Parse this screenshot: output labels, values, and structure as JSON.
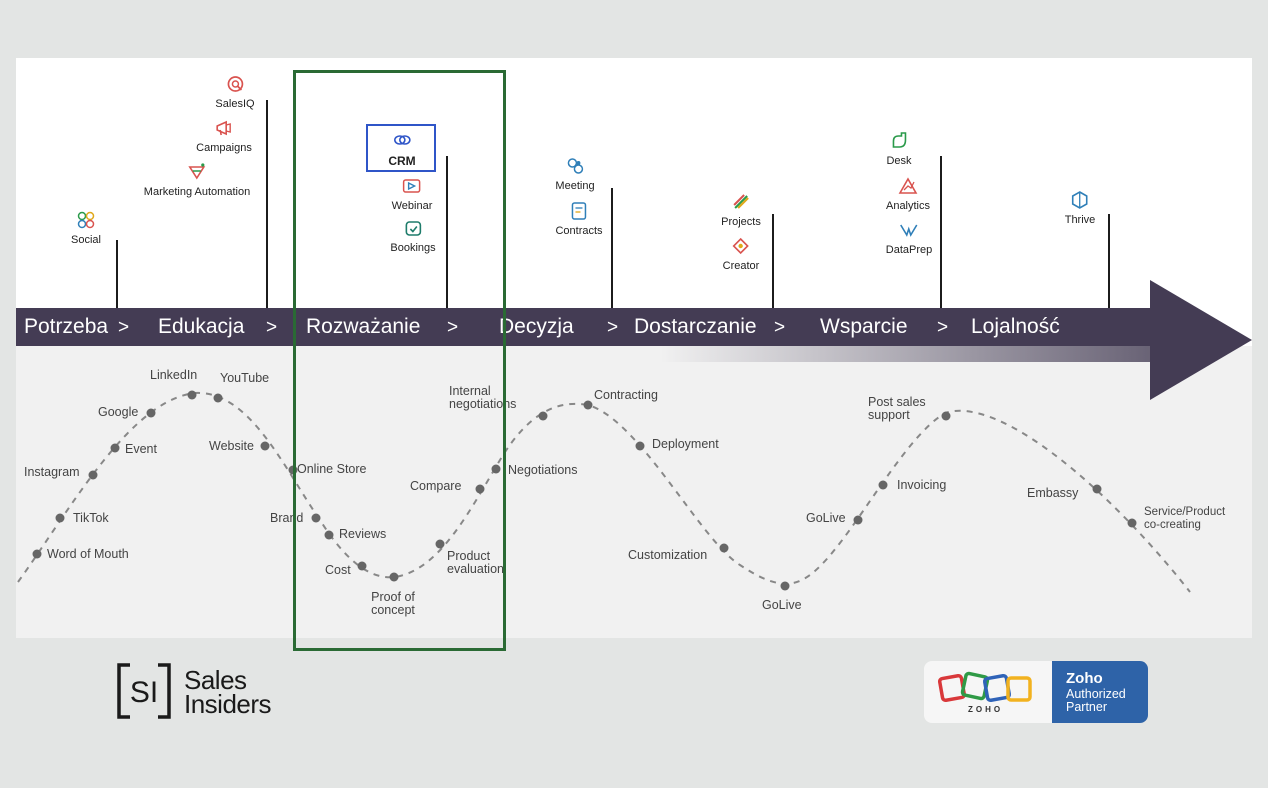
{
  "products": [
    {
      "id": "social",
      "label": "Social",
      "icon": "social-icon",
      "color": "#d9534f"
    },
    {
      "id": "marketing-automation",
      "label": "Marketing Automation",
      "icon": "marketing-automation-icon",
      "color": "#d9534f"
    },
    {
      "id": "campaigns",
      "label": "Campaigns",
      "icon": "campaigns-icon",
      "color": "#d9534f"
    },
    {
      "id": "salesiq",
      "label": "SalesIQ",
      "icon": "salesiq-icon",
      "color": "#d9534f"
    },
    {
      "id": "crm",
      "label": "CRM",
      "icon": "crm-icon",
      "color": "#2f55c8"
    },
    {
      "id": "webinar",
      "label": "Webinar",
      "icon": "webinar-icon",
      "color": "#d9534f"
    },
    {
      "id": "bookings",
      "label": "Bookings",
      "icon": "bookings-icon",
      "color": "#1e7c6b"
    },
    {
      "id": "meeting",
      "label": "Meeting",
      "icon": "meeting-icon",
      "color": "#2f7fb8"
    },
    {
      "id": "contracts",
      "label": "Contracts",
      "icon": "contracts-icon",
      "color": "#2f7fb8"
    },
    {
      "id": "projects",
      "label": "Projects",
      "icon": "projects-icon",
      "color": "#e0a81a"
    },
    {
      "id": "creator",
      "label": "Creator",
      "icon": "creator-icon",
      "color": "#d9534f"
    },
    {
      "id": "desk",
      "label": "Desk",
      "icon": "desk-icon",
      "color": "#2a9a4a"
    },
    {
      "id": "analytics",
      "label": "Analytics",
      "icon": "analytics-icon",
      "color": "#d9534f"
    },
    {
      "id": "dataprep",
      "label": "DataPrep",
      "icon": "dataprep-icon",
      "color": "#2f7fb8"
    },
    {
      "id": "thrive",
      "label": "Thrive",
      "icon": "thrive-icon",
      "color": "#2f7fb8"
    }
  ],
  "stages": [
    {
      "label": "Potrzeba"
    },
    {
      "label": "Edukacja"
    },
    {
      "label": "Rozważanie"
    },
    {
      "label": "Decyzja"
    },
    {
      "label": "Dostarczanie"
    },
    {
      "label": "Wsparcie"
    },
    {
      "label": "Lojalność"
    }
  ],
  "stage_separator": ">",
  "band_color": "#443c54",
  "focus_color": "#2a6a34",
  "touchpoints": [
    "Word of Mouth",
    "TikTok",
    "Instagram",
    "Event",
    "Google",
    "LinkedIn",
    "YouTube",
    "Website",
    "Online Store",
    "Brand",
    "Reviews",
    "Cost",
    "Proof of concept",
    "Product evaluation",
    "Compare",
    "Negotiations",
    "Internal negotiations",
    "Contracting",
    "Deployment",
    "Customization",
    "GoLive",
    "GoLive",
    "Invoicing",
    "Post sales support",
    "Embassy",
    "Service/Product co-creating"
  ],
  "logos": {
    "sales_insiders": {
      "mark": "SI",
      "line1": "Sales",
      "line2": "Insiders"
    },
    "zoho": {
      "wordmark": "ZOHO",
      "line1": "Zoho",
      "line2": "Authorized",
      "line3": "Partner",
      "color": "#2e63a8"
    }
  }
}
